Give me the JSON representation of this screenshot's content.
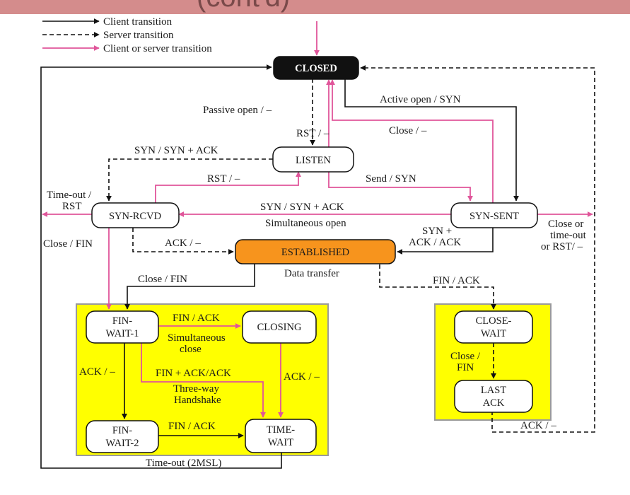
{
  "header": {
    "title_fragment": "(cont'd)"
  },
  "legend": [
    {
      "label": "Client transition",
      "style": "solid"
    },
    {
      "label": "Server transition",
      "style": "dashed"
    },
    {
      "label": "Client or server transition",
      "style": "pink"
    }
  ],
  "states": {
    "closed": "CLOSED",
    "listen": "LISTEN",
    "syn_rcvd": "SYN-RCVD",
    "syn_sent": "SYN-SENT",
    "established": "ESTABLISHED",
    "fin_wait_1": [
      "FIN-",
      "WAIT-1"
    ],
    "closing": "CLOSING",
    "fin_wait_2": [
      "FIN-",
      "WAIT-2"
    ],
    "time_wait": [
      "TIME-",
      "WAIT"
    ],
    "close_wait": [
      "CLOSE-",
      "WAIT"
    ],
    "last_ack": [
      "LAST",
      "ACK"
    ]
  },
  "transitions": {
    "passive_open": "Passive open / –",
    "active_open": "Active open / SYN",
    "rst_listen": "RST / –",
    "close_syn_sent": "Close / –",
    "syn_synack_listen": "SYN / SYN + ACK",
    "rst_synrcvd": "RST / –",
    "send_syn": "Send / SYN",
    "timeout_rst": [
      "Time-out /",
      "RST"
    ],
    "simultaneous_syn": "SYN / SYN + ACK",
    "simultaneous_open": "Simultaneous open",
    "close_or_timeout": [
      "Close or",
      "time-out",
      "or RST/ –"
    ],
    "close_fin_synrcvd": "Close / FIN",
    "ack_synrcvd": "ACK / –",
    "syn_plus": [
      "SYN +",
      "ACK / ACK"
    ],
    "data_transfer": "Data transfer",
    "close_fin_established": "Close / FIN",
    "fin_ack_close_wait": "FIN / ACK",
    "fin_ack_closing": "FIN / ACK",
    "simultaneous_close": [
      "Simultaneous",
      "close"
    ],
    "ack_fw1": "ACK / –",
    "fin_ack_ack": "FIN + ACK/ACK",
    "three_way": [
      "Three-way",
      "Handshake"
    ],
    "ack_closing": "ACK / –",
    "close_fin_cw": [
      "Close /",
      "FIN"
    ],
    "fin_ack_fw2": "FIN / ACK",
    "ack_last": "ACK / –",
    "timeout_2msl": "Time-out (2MSL)"
  },
  "colors": {
    "header": "#d48c8c",
    "pink": "#e0559a",
    "yellow": "#ffff00",
    "established": "#f7941d",
    "closed": "#111111"
  }
}
